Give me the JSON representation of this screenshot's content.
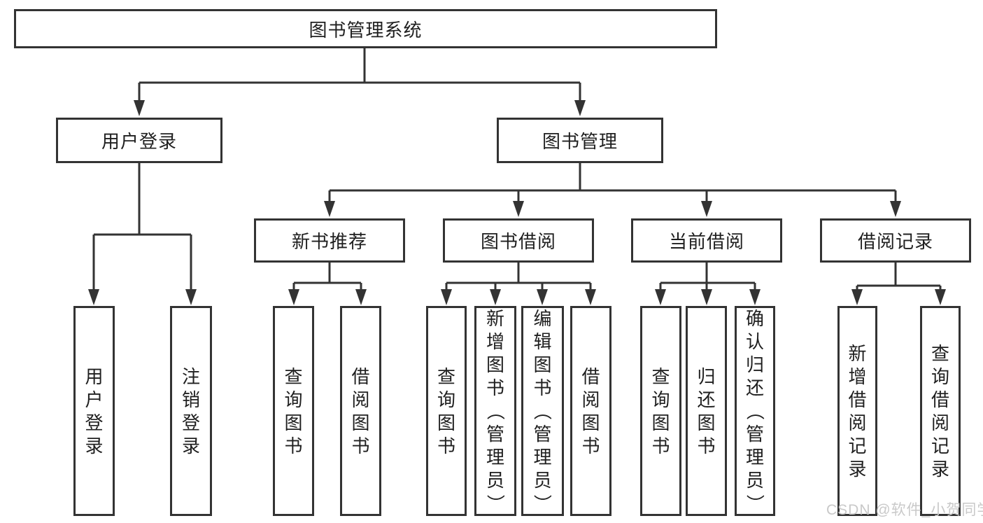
{
  "tree": {
    "root": {
      "label": "图书管理系统"
    },
    "branches": [
      {
        "label": "用户登录",
        "children": [
          "用户登录",
          "注销登录"
        ]
      },
      {
        "label": "图书管理",
        "sections": [
          {
            "label": "新书推荐",
            "children": [
              "查询图书",
              "借阅图书"
            ]
          },
          {
            "label": "图书借阅",
            "children": [
              "查询图书",
              "新增图书（管理员）",
              "编辑图书（管理员）",
              "借阅图书"
            ]
          },
          {
            "label": "当前借阅",
            "children": [
              "查询图书",
              "归还图书",
              "确认归还（管理员）"
            ]
          },
          {
            "label": "借阅记录",
            "children": [
              "新增借阅记录",
              "查询借阅记录"
            ]
          }
        ]
      }
    ]
  },
  "watermark": {
    "text": "CSDN @软件_小贺同学"
  },
  "colors": {
    "line": "#333333",
    "text": "#1f1f1f",
    "background": "#ffffff",
    "watermark": "#c9c9c9"
  }
}
